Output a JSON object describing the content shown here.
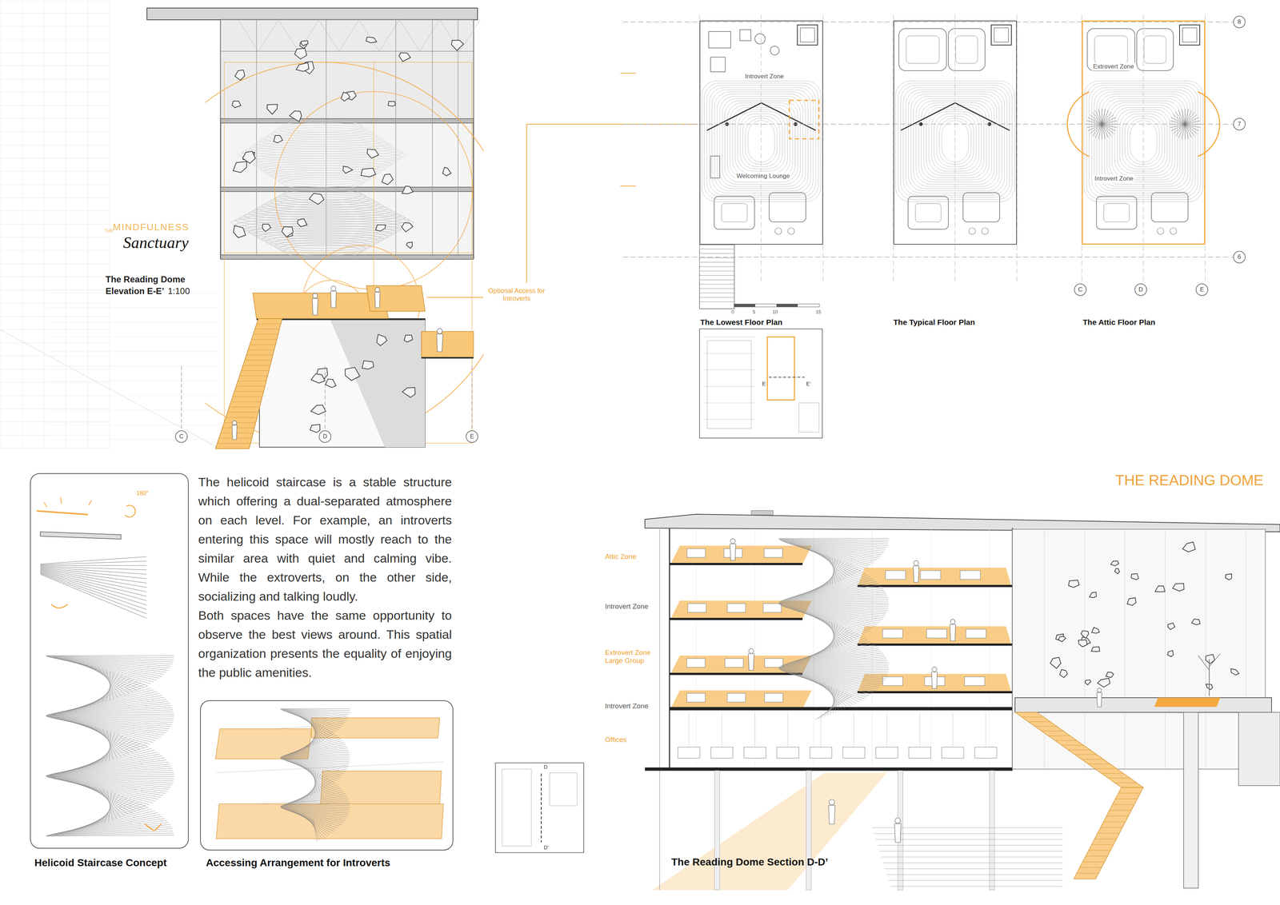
{
  "diagram": {
    "title": "THE READING DOME",
    "nodes": [
      {
        "text": [
          "Introvert Zone",
          "Welcoming Lounge",
          "The Lowest Floor Plan"
        ]
      },
      {
        "text": [
          "The Typical Floor Plan"
        ]
      },
      {
        "text": [
          "Extrovert Zone",
          "Introvert Zone",
          "The Attic Floor Plan"
        ]
      },
      {
        "text": [
          "8"
        ]
      },
      {
        "text": [
          "7"
        ]
      },
      {
        "text": [
          "6"
        ]
      },
      {
        "text": [
          "C"
        ]
      },
      {
        "text": [
          "D"
        ]
      },
      {
        "text": [
          "E"
        ]
      },
      {
        "text": [
          "C"
        ]
      },
      {
        "text": [
          "D"
        ]
      },
      {
        "text": [
          "E"
        ]
      },
      {
        "text": [
          "Helicoid Staircase Concept"
        ]
      },
      {
        "text": [
          "Accessing Arrangement for Introverts"
        ]
      }
    ],
    "labels": [
      "THE",
      "MINDFULNESS",
      "Sanctuary",
      "The Reading Dome",
      "Elevation E-E’",
      "1:100",
      "Optional Access for Introverts",
      "0",
      "5",
      "10",
      "15",
      "E",
      "E’",
      "180°",
      "The helicoid staircase is a stable structure which offering a dual-separated atmosphere on each level. For example, an introverts entering this space will mostly reach to the similar area with quiet and calming vibe. While the extroverts, on the other side, socializing and talking loudly.",
      "Both spaces have the same opportunity to observe the best views around. This spatial organization presents the equality of enjoying the public amenities.",
      "D",
      "D’",
      "Attic Zone",
      "Introvert Zone",
      "Extrovert Zone Large Group",
      "Introvert Zone",
      "Offices",
      "The Reading Dome Section D-D’"
    ]
  }
}
